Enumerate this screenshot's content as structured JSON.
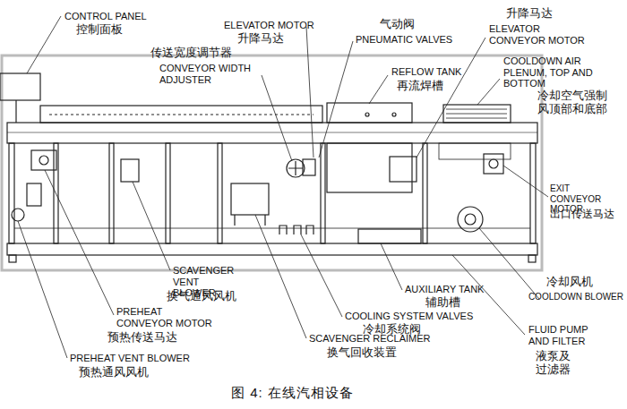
{
  "diagram": {
    "caption": "图 4: 在线汽相设备",
    "labels": [
      "CONTROL PANEL",
      "控制面板",
      "ELEVATOR MOTOR",
      "升降马达",
      "气动阀",
      "PNEUMATIC VALVES",
      "升降马达",
      "ELEVATOR CONVEYOR MOTOR",
      "传送宽度调节器",
      "CONVEYOR WIDTH ADJUSTER",
      "REFLOW TANK",
      "再流焊槽",
      "COOLDOWN AIR PLENUM, TOP AND BOTTOM",
      "冷却空气强制风顶部和底部",
      "EXIT CONVEYOR MOTOR",
      "出口传送马达",
      "SCAVENGER VENT BLOWER",
      "换气通风风机",
      "PREHEAT CONVEYOR MOTOR",
      "预热传送马达",
      "PREHEAT VENT BLOWER",
      "预热通风风机",
      "AUXILIARY TANK",
      "辅助槽",
      "COOLING SYSTEM VALVES",
      "冷却系统阀",
      "SCAVENGER RECLAIMER",
      "换气回收装置",
      "冷却风机",
      "COOLDOWN BLOWER",
      "FLUID PUMP AND FILTER",
      "液泵及过滤器"
    ]
  }
}
